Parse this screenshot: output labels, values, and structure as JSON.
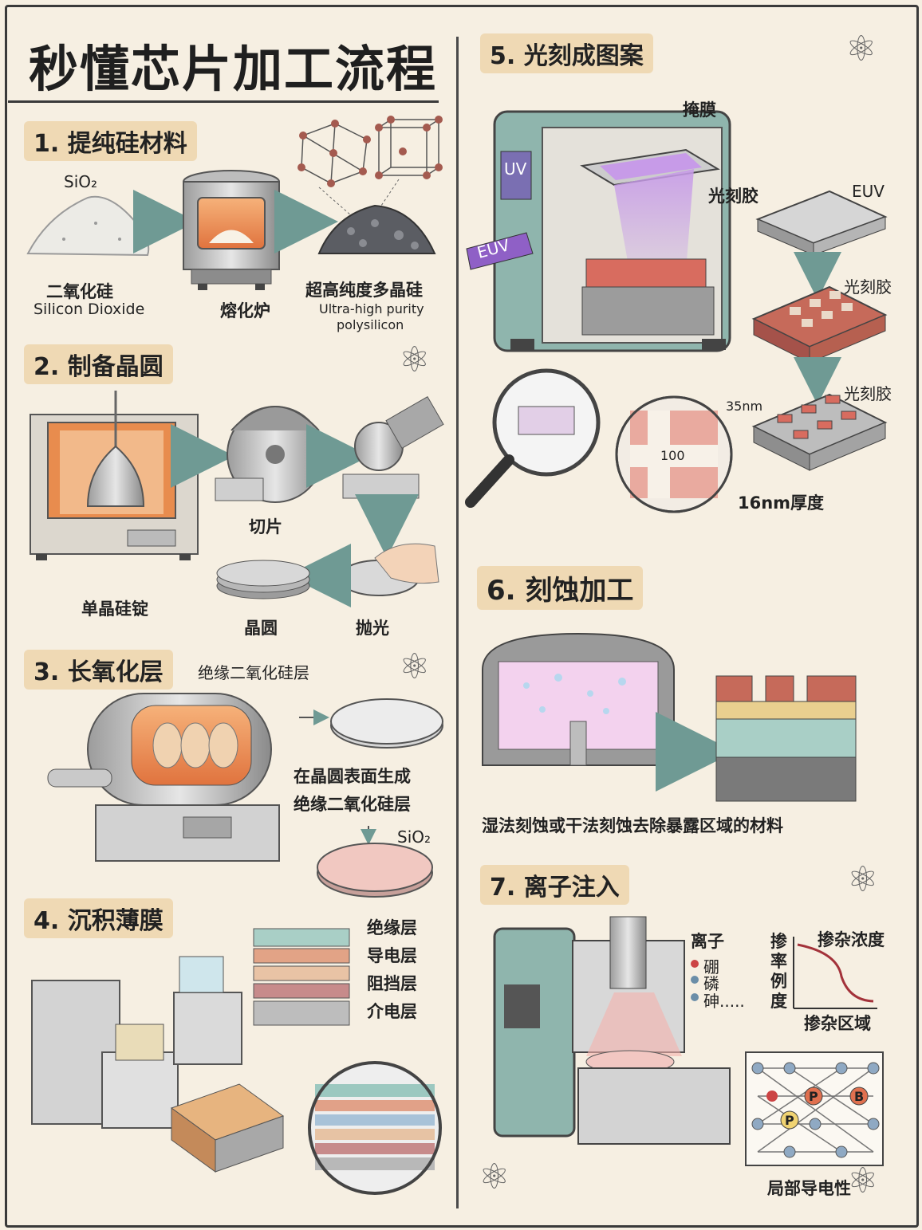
{
  "title": "秒懂芯片加工流程",
  "s1": {
    "heading": "1. 提纯硅材料",
    "sio2_formula": "SiO₂",
    "sio2_cn": "二氧化硅",
    "sio2_en": "Silicon Dioxide",
    "furnace": "熔化炉",
    "poly_cn": "超高纯度多晶硅",
    "poly_en1": "Ultra-high purity",
    "poly_en2": "polysilicon"
  },
  "s2": {
    "heading": "2. 制备晶圆",
    "ingot": "单晶硅锭",
    "cut": "切片",
    "wafer": "晶圆",
    "polish": "抛光"
  },
  "s3": {
    "heading": "3. 长氧化层",
    "layer_label": "绝缘二氧化硅层",
    "desc1": "在晶圆表面生成",
    "desc2": "绝缘二氧化硅层",
    "sio2": "SiO₂"
  },
  "s4": {
    "heading": "4. 沉积薄膜",
    "layers": [
      "绝缘层",
      "导电层",
      "阻挡层",
      "介电层"
    ]
  },
  "s5": {
    "heading": "5. 光刻成图案",
    "mask": "掩膜",
    "resist": "光刻胶",
    "uv": "UV",
    "euv": "EUV",
    "euv_top": "EUV",
    "resist2": "光刻胶",
    "resist3": "光刻胶",
    "dim_35": "35nm",
    "dim_100": "100",
    "dim_16": "16nm厚度"
  },
  "s6": {
    "heading": "6. 刻蚀加工",
    "desc": "湿法刻蚀或干法刻蚀去除暴露区域的材料"
  },
  "s7": {
    "heading": "7. 离子注入",
    "ions_title": "离子",
    "ions": [
      "硼",
      "磷",
      "砷....."
    ],
    "axis_y": [
      "掺",
      "率",
      "例",
      "度"
    ],
    "curve_label": "掺杂浓度",
    "axis_x": "掺杂区域",
    "lattice_p1": "P",
    "lattice_b": "B",
    "lattice_p2": "P",
    "conductivity": "局部导电性"
  },
  "colors": {
    "background": "#f6efe2",
    "heading_bg": "#efd9b4",
    "machine_teal": "#8fb5ad",
    "furnace_orange": "#e8a068",
    "uv_purple": "#b98ad6",
    "resist_red": "#c66a5a"
  }
}
